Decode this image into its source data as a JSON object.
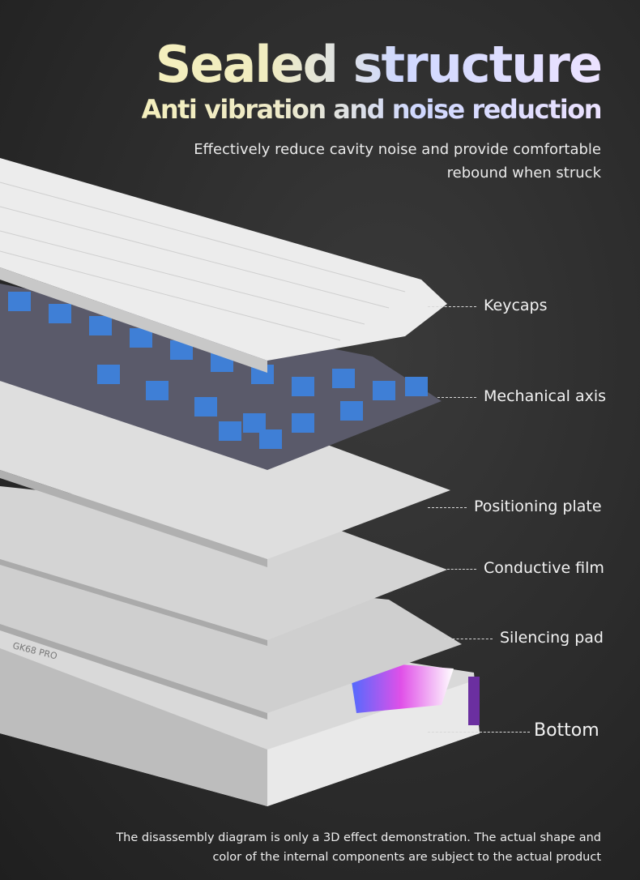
{
  "header": {
    "title": "Sealed structure",
    "subtitle": "Anti vibration and noise reduction",
    "description": "Effectively reduce cavity noise and provide comfortable rebound when struck"
  },
  "layers": [
    {
      "label": "Keycaps"
    },
    {
      "label": "Mechanical axis"
    },
    {
      "label": "Positioning plate"
    },
    {
      "label": "Conductive film"
    },
    {
      "label": "Silencing pad"
    },
    {
      "label": "Bottom"
    }
  ],
  "case_marking": "GK68 PRO",
  "footer": {
    "disclaimer": "The disassembly diagram is only a 3D effect demonstration. The actual shape and color of the internal components are subject to the actual product"
  },
  "colors": {
    "background": "#2b2b2b",
    "switch_blue": "#3f7fd6",
    "rgb_glow": "#d24be0",
    "keycap": "#f2f2f2"
  }
}
